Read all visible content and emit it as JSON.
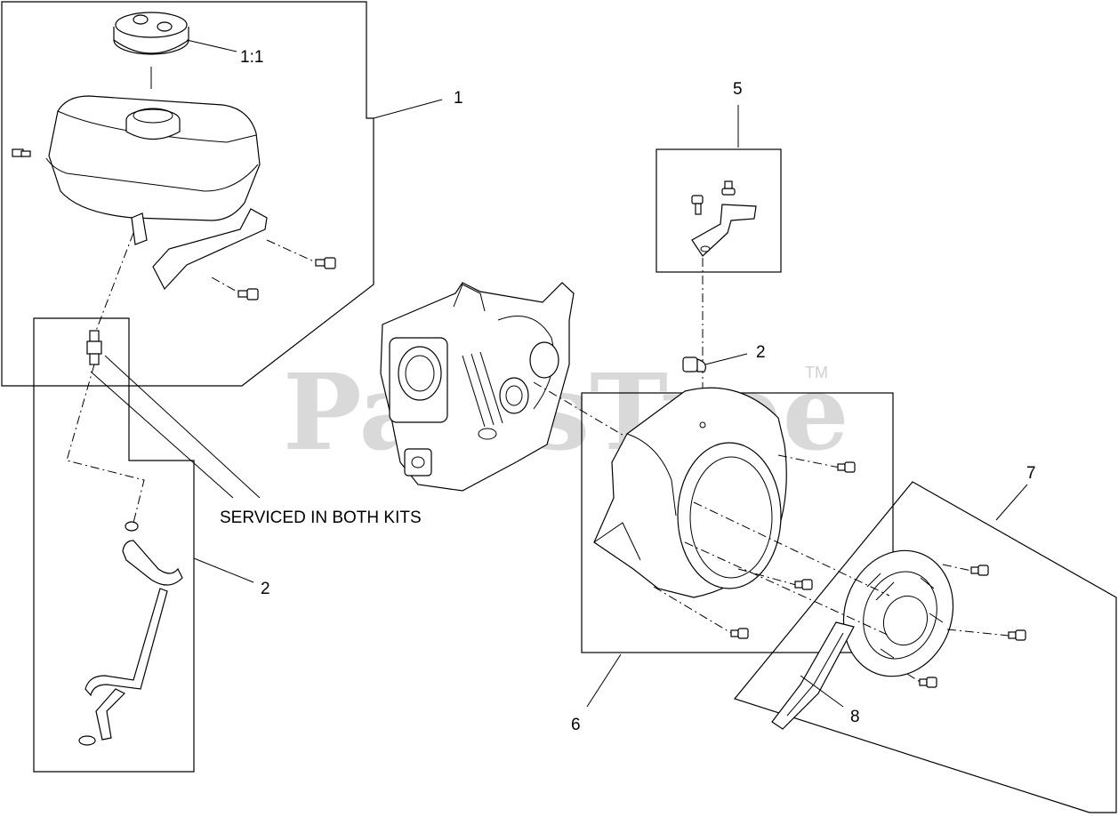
{
  "watermark": {
    "text": "PartsTree",
    "trademark": "TM"
  },
  "callouts": [
    {
      "id": "c-1-1",
      "label": "1:1"
    },
    {
      "id": "c-1",
      "label": "1"
    },
    {
      "id": "c-5",
      "label": "5"
    },
    {
      "id": "c-2-bracket",
      "label": "2"
    },
    {
      "id": "c-7",
      "label": "7"
    },
    {
      "id": "c-2-line",
      "label": "2"
    },
    {
      "id": "c-6",
      "label": "6"
    },
    {
      "id": "c-8",
      "label": "8"
    }
  ],
  "note": "SERVICED IN BOTH KITS"
}
